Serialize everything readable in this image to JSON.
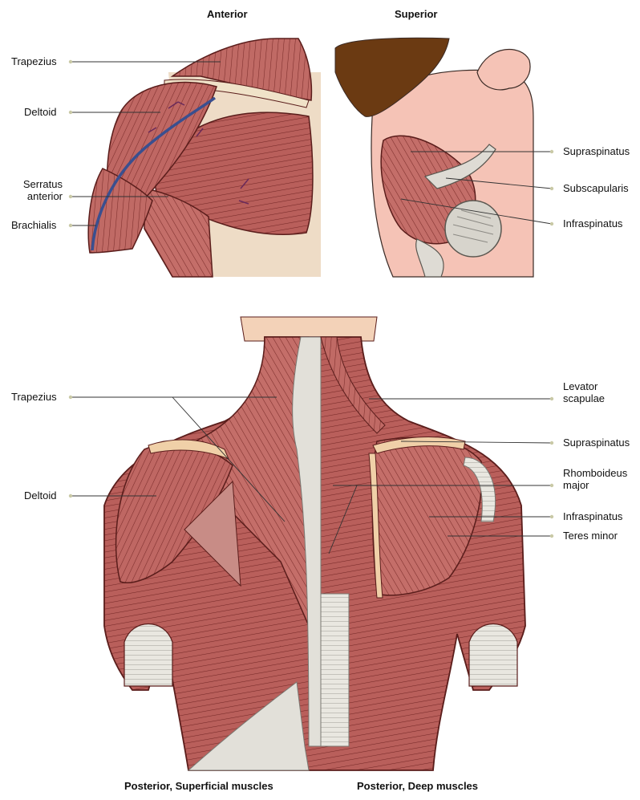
{
  "panels": {
    "anterior": {
      "title": "Anterior",
      "labels": [
        "Trapezius",
        "Deltoid",
        "Serratus anterior",
        "Brachialis"
      ]
    },
    "superior": {
      "title": "Superior",
      "labels": [
        "Supraspinatus",
        "Subscapularis",
        "Infraspinatus"
      ]
    },
    "posterior_superficial": {
      "title": "Posterior, Superficial muscles",
      "labels": [
        "Trapezius",
        "Deltoid"
      ]
    },
    "posterior_deep": {
      "title": "Posterior, Deep muscles",
      "labels": [
        "Levator scapulae",
        "Supraspinatus",
        "Rhomboideus major",
        "Infraspinatus",
        "Teres minor"
      ]
    }
  },
  "colors": {
    "muscle": "#b9615f",
    "muscle_light": "#d98a84",
    "muscle_line": "#6e2523",
    "skin": "#f3d2b8",
    "skin_pink": "#f6c1b3",
    "bone": "#dedbd4",
    "tendon": "#e7e6df",
    "hair": "#6b3a12",
    "vein": "#4a64a8",
    "leader_dot": "#c9c9a6"
  }
}
